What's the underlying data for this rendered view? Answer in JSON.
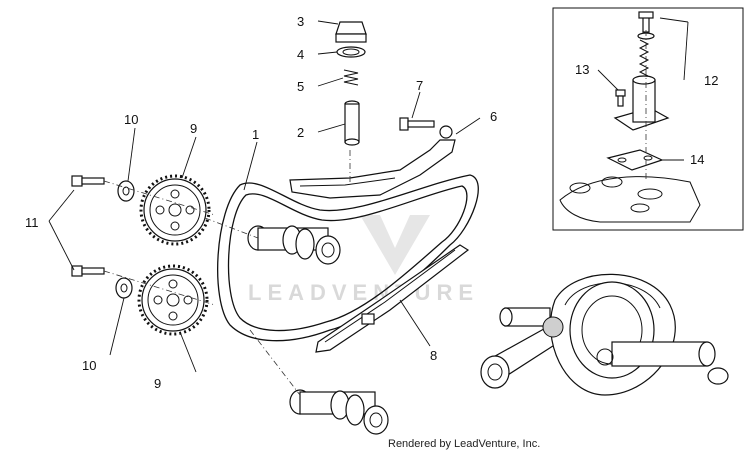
{
  "watermark": "LEADVENTURE",
  "footer": "Rendered by LeadVenture, Inc.",
  "callouts": {
    "c1": "1",
    "c2": "2",
    "c3": "3",
    "c4": "4",
    "c5": "5",
    "c6": "6",
    "c7": "7",
    "c8": "8",
    "c9a": "9",
    "c9b": "9",
    "c10a": "10",
    "c10b": "10",
    "c11": "11",
    "c12": "12",
    "c13": "13",
    "c14": "14"
  }
}
